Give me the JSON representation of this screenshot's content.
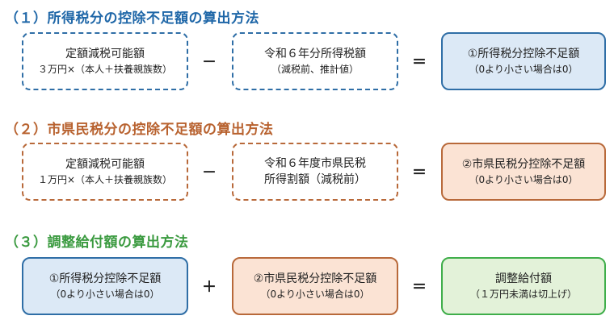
{
  "sections": [
    {
      "heading": "（１）所得税分の控除不足額の算出方法",
      "color": "#1f67a8",
      "box_a": {
        "line1": "定額減税可能額",
        "line2": "３万円×（本人＋扶養親族数）"
      },
      "op1": "－",
      "box_b": {
        "line1": "令和６年分所得税額",
        "line2": "（減税前、推計値）"
      },
      "op2": "＝",
      "box_c": {
        "line1": "①所得税分控除不足額",
        "line2": "（0より小さい場合は0）"
      }
    },
    {
      "heading": "（２）市県民税分の控除不足額の算出方法",
      "color": "#b8622f",
      "box_a": {
        "line1": "定額減税可能額",
        "line2": "１万円×（本人＋扶養親族数）"
      },
      "op1": "－",
      "box_b": {
        "line1": "令和６年度市県民税",
        "line2": "所得割額（減税前）"
      },
      "op2": "＝",
      "box_c": {
        "line1": "②市県民税分控除不足額",
        "line2": "（0より小さい場合は0）"
      }
    },
    {
      "heading": "（３）調整給付額の算出方法",
      "color": "#3a9a3f",
      "box_a": {
        "line1": "①所得税分控除不足額",
        "line2": "（0より小さい場合は0）"
      },
      "op1": "＋",
      "box_b": {
        "line1": "②市県民税分控除不足額",
        "line2": "（0より小さい場合は0）"
      },
      "op2": "＝",
      "box_c": {
        "line1": "調整給付額",
        "line2": "（１万円未満は切上げ）"
      }
    }
  ]
}
